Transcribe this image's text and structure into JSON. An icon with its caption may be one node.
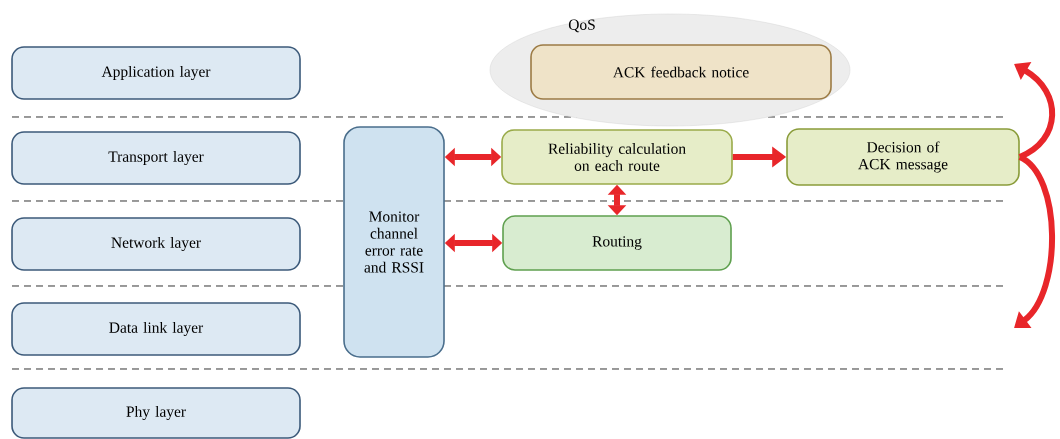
{
  "diagram": {
    "nodes": [
      {
        "text": [
          "Application layer"
        ]
      },
      {
        "text": [
          "Transport layer"
        ]
      },
      {
        "text": [
          "Network layer"
        ]
      },
      {
        "text": [
          "Data link layer"
        ]
      },
      {
        "text": [
          "Phy layer"
        ]
      },
      {
        "text": [
          "QoS"
        ]
      },
      {
        "text": [
          "ACK feedback notice"
        ],
        "in": 5
      },
      {
        "text": [
          "Monitor channel error rate and RSSI"
        ]
      },
      {
        "text": [
          "Reliability calculation on each route"
        ]
      },
      {
        "text": [
          "Decision of ACK message"
        ]
      },
      {
        "text": [
          "Routing"
        ]
      }
    ],
    "edges": [
      {
        "from": 7,
        "to": 8,
        "arrow": "both"
      },
      {
        "from": 7,
        "to": 10,
        "arrow": "both"
      },
      {
        "from": 8,
        "to": 10,
        "arrow": "both"
      },
      {
        "from": 8,
        "to": 9,
        "arrow": "to"
      },
      {
        "from": 9,
        "to": null,
        "arrow": "to"
      },
      {
        "from": 9,
        "to": null,
        "arrow": "to"
      }
    ]
  }
}
